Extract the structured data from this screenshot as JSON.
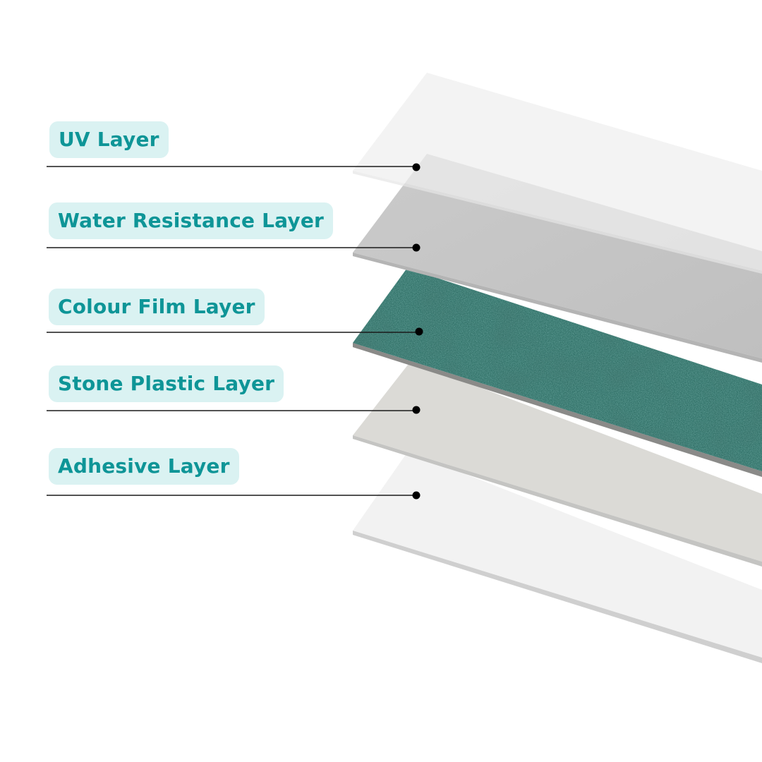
{
  "diagram": {
    "type": "exploded-layer-stack",
    "background_color": "#ffffff",
    "label_bg_color": "#daf2f2",
    "label_text_color": "#0e9597",
    "leader_color": "#1a1a1a",
    "layers": [
      {
        "label": "UV Layer",
        "fill": "#eeeeee",
        "edge": "#e4e4e4"
      },
      {
        "label": "Water Resistance Layer",
        "fill": "#c4c4c4",
        "edge": "#b8b8b8"
      },
      {
        "label": "Colour Film Layer",
        "fill": "#2f6f66",
        "edge": "#8a8a88",
        "texture": "green-stone"
      },
      {
        "label": "Stone Plastic Layer",
        "fill": "#dbdad6",
        "edge": "#c4c4c2"
      },
      {
        "label": "Adhesive Layer",
        "fill": "#f2f2f2",
        "edge": "#cfcfcf"
      }
    ]
  }
}
